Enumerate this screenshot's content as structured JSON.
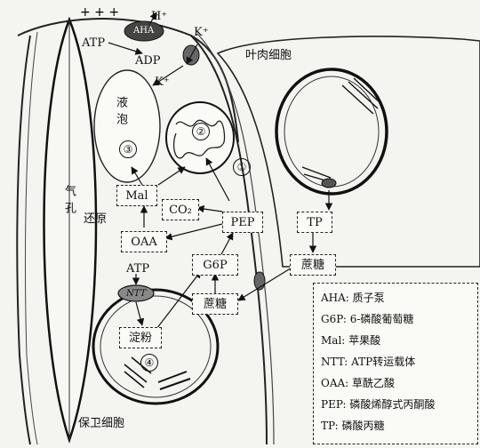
{
  "labels": {
    "stoma": "气孔",
    "guard_cell": "保卫细胞",
    "mesophyll_cell": "叶肉细胞",
    "vacuole": "液泡",
    "h_plus": "H⁺",
    "k_plus_top": "K⁺",
    "k_plus_inner": "K⁺",
    "atp_top": "ATP",
    "adp": "ADP",
    "aha": "AHA",
    "atp_mid": "ATP",
    "ntt": "NTT",
    "reduction": "还原",
    "co2": "CO₂"
  },
  "markers": {
    "m1": "①",
    "m2": "②",
    "m3": "③",
    "m4": "④"
  },
  "boxes": {
    "mal": "Mal",
    "oaa": "OAA",
    "pep": "PEP",
    "g6p": "G6P",
    "sucrose_guard": "蔗糖",
    "starch": "淀粉",
    "tp": "TP",
    "sucrose_meso": "蔗糖"
  },
  "legend": [
    "AHA: 质子泵",
    "G6P: 6-磷酸葡萄糖",
    "Mal: 苹果酸",
    "NTT: ATP转运载体",
    "OAA: 草酰乙酸",
    "PEP: 磷酸烯醇式丙酮酸",
    "TP: 磷酸丙糖"
  ]
}
